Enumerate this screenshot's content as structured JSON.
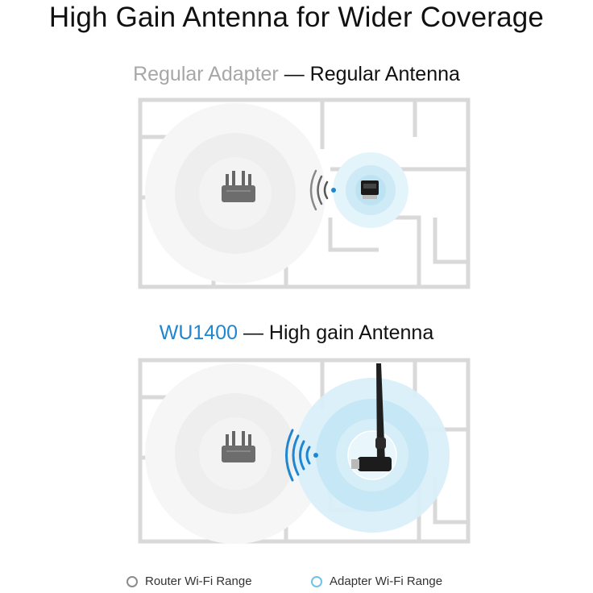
{
  "title": "High Gain Antenna for Wider Coverage",
  "panels": [
    {
      "name_part": "Regular Adapter",
      "separator": " — ",
      "antenna_part": "Regular Antenna"
    },
    {
      "name_part": "WU1400",
      "separator": " — ",
      "antenna_part": "High gain Antenna"
    }
  ],
  "legend": {
    "router_label": "Router Wi-Fi Range",
    "adapter_label": "Adapter Wi-Fi Range"
  },
  "colors": {
    "router_range": "#8c8c8c",
    "adapter_range": "#6ec3e6",
    "brand": "#1f86cf"
  },
  "icons": [
    "router-icon",
    "usb-adapter-icon",
    "usb-adapter-high-gain-antenna-icon",
    "wifi-signal-icon"
  ]
}
